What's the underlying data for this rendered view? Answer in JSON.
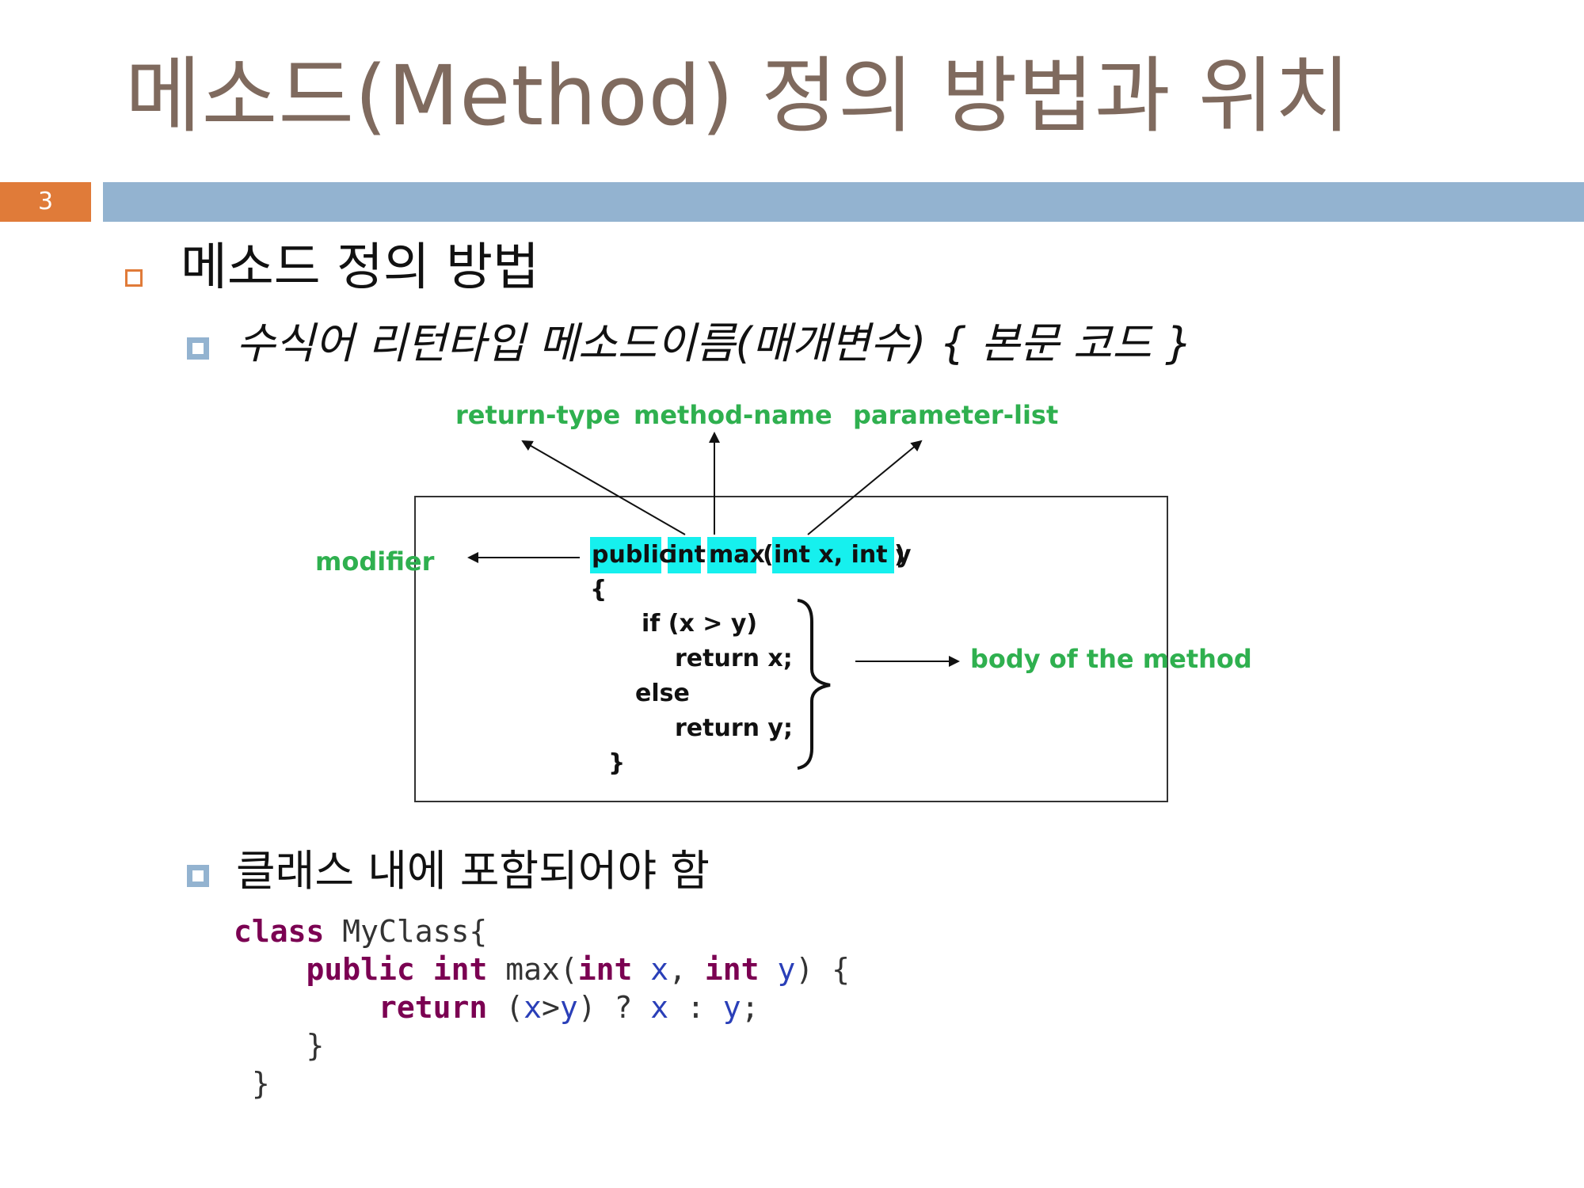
{
  "slide": {
    "title": "메소드(Method) 정의 방법과 위치",
    "number": "3",
    "heading": "메소드 정의 방법",
    "syntax": "수식어 리턴타입 메소드이름(매개변수) { 본문 코드 }",
    "placement": "클래스 내에 포함되어야 함"
  },
  "colors": {
    "title": "#7f6a5e",
    "accent_orange": "#e07b39",
    "accent_blue": "#93b3d0",
    "label_green": "#2fb04f",
    "highlight_cyan": "#16f0ee"
  },
  "diagram": {
    "labels": {
      "return_type": "return-type",
      "method_name": "method-name",
      "parameter_list": "parameter-list",
      "modifier": "modifier",
      "body": "body of the method"
    },
    "signature": {
      "modifier": "public",
      "return_type": "int",
      "name": "max",
      "params_open": "(",
      "params": "int x, int y",
      "params_close": ")"
    },
    "body_lines": [
      "{",
      "if (x > y)",
      "return x;",
      "else",
      "return y;",
      "}"
    ]
  },
  "code_example": {
    "lines": [
      [
        {
          "t": "class",
          "c": "kw"
        },
        {
          "t": " MyClass{",
          "c": ""
        }
      ],
      [
        {
          "t": "    ",
          "c": ""
        },
        {
          "t": "public",
          "c": "kw"
        },
        {
          "t": " ",
          "c": ""
        },
        {
          "t": "int",
          "c": "kw"
        },
        {
          "t": " max(",
          "c": ""
        },
        {
          "t": "int",
          "c": "kw"
        },
        {
          "t": " ",
          "c": ""
        },
        {
          "t": "x",
          "c": "var"
        },
        {
          "t": ", ",
          "c": ""
        },
        {
          "t": "int",
          "c": "kw"
        },
        {
          "t": " ",
          "c": ""
        },
        {
          "t": "y",
          "c": "var"
        },
        {
          "t": ") {",
          "c": ""
        }
      ],
      [
        {
          "t": "        ",
          "c": ""
        },
        {
          "t": "return",
          "c": "kw"
        },
        {
          "t": " (",
          "c": ""
        },
        {
          "t": "x",
          "c": "var"
        },
        {
          "t": ">",
          "c": ""
        },
        {
          "t": "y",
          "c": "var"
        },
        {
          "t": ") ? ",
          "c": ""
        },
        {
          "t": "x",
          "c": "var"
        },
        {
          "t": " : ",
          "c": ""
        },
        {
          "t": "y",
          "c": "var"
        },
        {
          "t": ";",
          "c": ""
        }
      ],
      [
        {
          "t": "    }",
          "c": ""
        }
      ],
      [
        {
          "t": " }",
          "c": ""
        }
      ]
    ]
  }
}
